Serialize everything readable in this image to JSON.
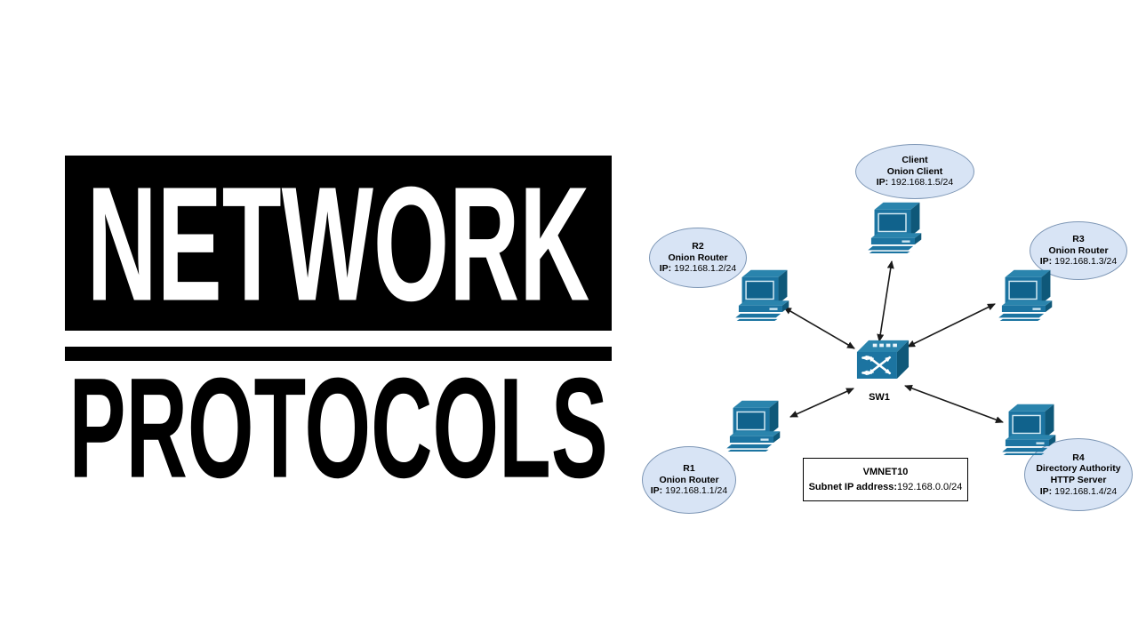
{
  "logo": {
    "line1": "NETWORK",
    "line2": "PROTOCOLS"
  },
  "diagram": {
    "switch": {
      "label": "SW1"
    },
    "subnet_box": {
      "title": "VMNET10",
      "label": "Subnet IP address:",
      "value": "192.168.0.0/24"
    },
    "nodes": {
      "client": {
        "name": "Client",
        "role": "Onion Client",
        "ip_label": "IP:",
        "ip": "192.168.1.5/24"
      },
      "r2": {
        "name": "R2",
        "role": "Onion Router",
        "ip_label": "IP:",
        "ip": "192.168.1.2/24"
      },
      "r3": {
        "name": "R3",
        "role": "Onion Router",
        "ip_label": "IP:",
        "ip": "192.168.1.3/24"
      },
      "r1": {
        "name": "R1",
        "role": "Onion Router",
        "ip_label": "IP:",
        "ip": "192.168.1.1/24"
      },
      "r4": {
        "name": "R4",
        "role": "Directory Authority",
        "role2": "HTTP Server",
        "ip_label": "IP:",
        "ip": "192.168.1.4/24"
      }
    },
    "colors": {
      "device_teal": "#1c74a1",
      "device_dark": "#0f5879",
      "device_light": "#2a84ad",
      "bubble_fill": "#d8e4f5",
      "bubble_border": "#7d96b5",
      "arrow": "#1a1a1a",
      "logo_black": "#000000"
    }
  }
}
